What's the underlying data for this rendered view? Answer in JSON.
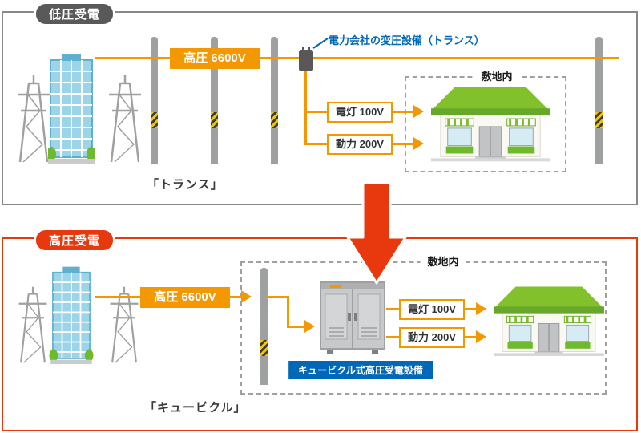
{
  "colors": {
    "orange": "#f39800",
    "red": "#e8380d",
    "blue": "#0068b7",
    "panel_gray": "#898989",
    "pill_gray": "#595959",
    "dashed_gray": "#a0a0a0",
    "roof_green": "#7fbd2a",
    "building_blue": "#9cd4ea"
  },
  "icons": {
    "transmission-tower": "lattice pylon",
    "power-plant-building": "blue high-rise building",
    "utility-pole": "gray pole with hazard stripe band",
    "transformer": "pole-mounted transformer box",
    "store-building": "green-roof shop",
    "cubicle": "gray switchgear cabinet",
    "flow-down-arrow": "large red down arrow",
    "right-arrow": "orange arrowhead"
  },
  "panel_low": {
    "title": "低圧受電",
    "voltage_label": "高圧 6600V",
    "transformer_note": "電力会社の変圧設備（トランス）",
    "light_label": "電灯 100V",
    "power_label": "動力 200V",
    "premises_label": "敷地内",
    "caption": "「トランス」"
  },
  "panel_high": {
    "title": "高圧受電",
    "voltage_label": "高圧 6600V",
    "cubicle_label": "キュービクル式高圧受電設備",
    "light_label": "電灯 100V",
    "power_label": "動力 200V",
    "premises_label": "敷地内",
    "caption": "「キュービクル」"
  }
}
